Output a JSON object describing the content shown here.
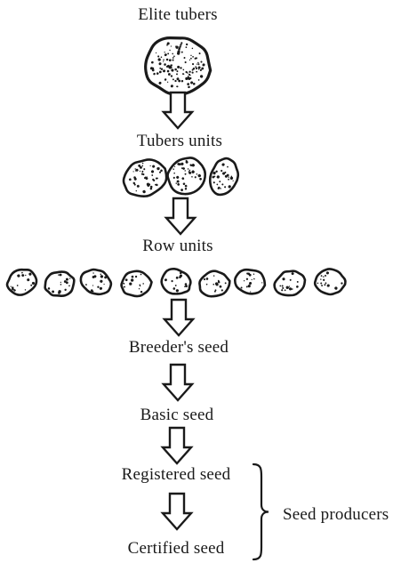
{
  "diagram": {
    "stages": [
      "Elite tubers",
      "Tubers units",
      "Row units",
      "Breeder's seed",
      "Basic seed",
      "Registered seed",
      "Certified seed"
    ],
    "bracket_label": "Seed producers",
    "tuber_counts": {
      "elite": 1,
      "tuber_units": 3,
      "row_units": 9
    },
    "ink_color": "#1a1a1a"
  }
}
